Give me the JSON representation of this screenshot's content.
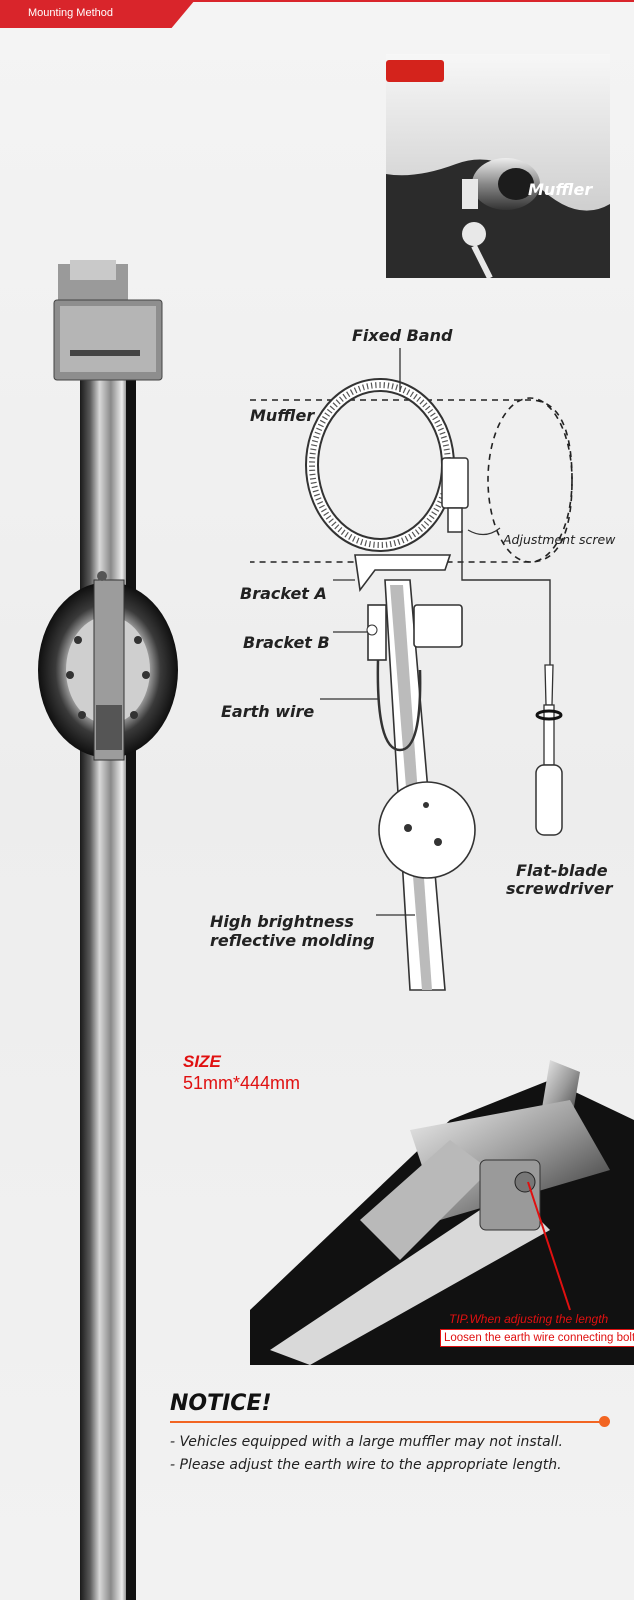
{
  "header": {
    "title": "Mounting Method"
  },
  "photo_top": {
    "muffler_label": "Muffler"
  },
  "diagram": {
    "fixed_band": "Fixed Band",
    "muffler": "Muffler",
    "adjustment_screw": "Adjustment screw",
    "bracket_a": "Bracket A",
    "bracket_b": "Bracket B",
    "earth_wire": "Earth wire",
    "screwdriver_line1": "Flat-blade",
    "screwdriver_line2": "screwdriver",
    "molding_line1": "High brightness",
    "molding_line2": "reflective molding"
  },
  "size": {
    "title": "SIZE",
    "value": "51mm*444mm"
  },
  "tip": {
    "line1": "TIP.When adjusting the length",
    "line2": "Loosen the earth wire connecting bolts."
  },
  "notice": {
    "title": "NOTICE!",
    "items": [
      "- Vehicles equipped with a large muffler may not install.",
      "- Please adjust the earth wire to the appropriate length."
    ]
  },
  "colors": {
    "accent_red": "#d9252b",
    "notice_orange": "#f26522",
    "tip_red": "#e01010"
  }
}
